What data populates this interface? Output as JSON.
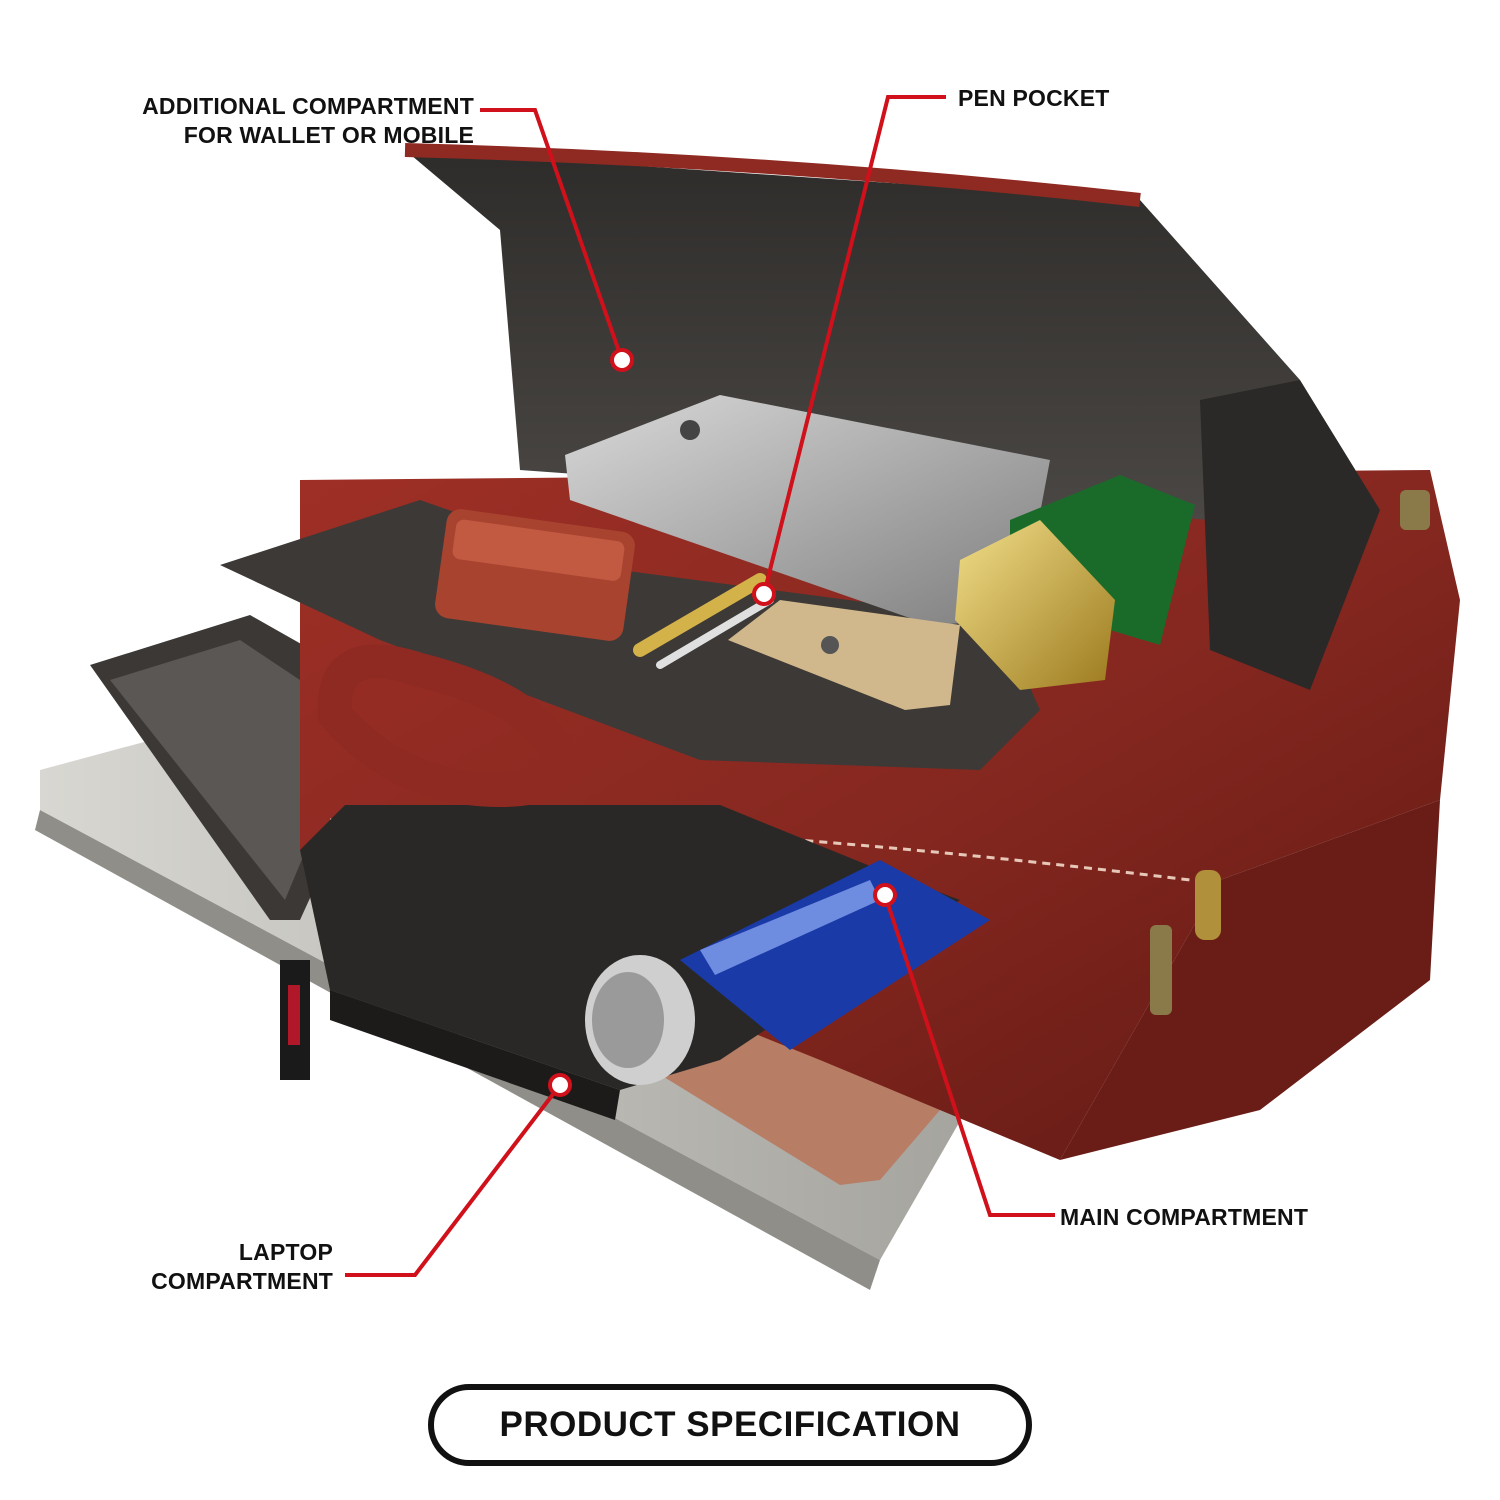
{
  "callouts": {
    "additional_compartment": {
      "lines": [
        "ADDITIONAL COMPARTMENT",
        "FOR WALLET OR MOBILE"
      ]
    },
    "pen_pocket": {
      "lines": [
        "PEN POCKET"
      ]
    },
    "main_compartment": {
      "lines": [
        "MAIN COMPARTMENT"
      ]
    },
    "laptop_compartment": {
      "lines": [
        "LAPTOP",
        "COMPARTMENT"
      ]
    }
  },
  "banner": {
    "label": "PRODUCT SPECIFICATION"
  },
  "colors": {
    "leader_line": "#d0101a",
    "text": "#111111",
    "leather": "#8e2a22",
    "lining": "#3a3836",
    "laptop": "#b9b8b2"
  }
}
